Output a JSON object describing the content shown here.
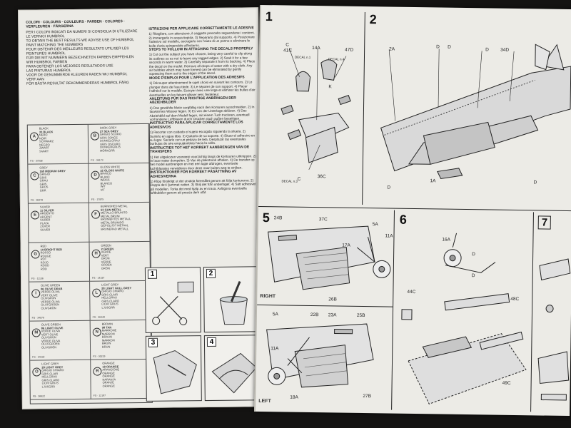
{
  "colors_header": {
    "title": "COLORI · COLOURS · COULEURS · FARBEN · COLORES · VERFLEUREN · FÄRGERNA",
    "lines": [
      "PER I COLORI INDICATI DA NUMERI SI CONSIGLIA DI UTILIZZARE",
      "LE VERNICI HUMBROL",
      "TO OBTAIN THE BEST RESULTS WE ADVISE USE OF HUMBROL",
      "PAINT MATCHING THE NUMBERS",
      "POUR OBTENIR DES MEILLEURS RESULTATS UTILISER LES",
      "PEINTURES HUMBROL",
      "FÜR DIE MIT NUMMERN BEZEICHNETEN FARBEN EMPFEHLEN",
      "WIR HUMBROL FARBEN",
      "PARA OBTENER LOS MEJORES RESULTADOS USE",
      "LAS PINTURAS HUMBROL",
      "VOOR DE GENUMMERDE KLEUREN RADEN WIJ HUMBROL",
      "VERF AAN",
      "FÖR BÄSTA RESULTAT REKOMMENDERAS HUMBROL FÄRG"
    ]
  },
  "colors": [
    {
      "letter": "A",
      "lines": [
        "BLACK",
        "33 BLACK",
        "NERO",
        "NOIR",
        "SCHWARZ",
        "NEGRO",
        "ZWART",
        "SVART"
      ],
      "code": "FS · 37038"
    },
    {
      "letter": "B",
      "lines": [
        "DARK GREY",
        "27 SEA GREY",
        "GRIGIO SCURO",
        "GRIS FONCE",
        "DUNKELGRAU",
        "GRIS OSCURO",
        "DONKERGRIJS",
        "MÖRKGRÅ"
      ],
      "code": "FS · 36173"
    },
    {
      "letter": "C",
      "lines": [
        "GREY",
        "165 MEDIUM GREY",
        "GRIGIO",
        "GRIS",
        "GRAU",
        "GRIS",
        "GRIJS",
        "GRÅ"
      ],
      "code": "FS · 36270"
    },
    {
      "letter": "D",
      "lines": [
        "GLOSS WHITE",
        "22 GLOSS WHITE",
        "BIANCO",
        "BLANC",
        "WEISS",
        "BLANCO",
        "WIT",
        "VIT"
      ],
      "code": "FS · 17875"
    },
    {
      "letter": "E",
      "lines": [
        "SILVER",
        "11 SILVER",
        "ARGENTO",
        "ARGENT",
        "SILBER",
        "PLATA",
        "ZILVER",
        "SILVER"
      ],
      "code": ""
    },
    {
      "letter": "F",
      "lines": [
        "BURNISHED METAL",
        "53 GUN METAL",
        "METALLO BRUNITO",
        "METAL BRUNI",
        "BRÜNIERTES METALL",
        "METAL BRUNIDO",
        "GEPOLIJST METAAL",
        "BRUNERAD METALL"
      ],
      "code": ""
    },
    {
      "letter": "G",
      "lines": [
        "RED",
        "19 BRIGHT RED",
        "ROSSO",
        "ROUGE",
        "ROT",
        "ROJO",
        "ROOD",
        "RÖD"
      ],
      "code": "FS · 11136"
    },
    {
      "letter": "H",
      "lines": [
        "GREEN",
        "2 GREEN",
        "VERDE",
        "VERT",
        "GRÜN",
        "VERDE",
        "GROEN",
        "GRÖN"
      ],
      "code": "FS · 14187"
    },
    {
      "letter": "I",
      "lines": [
        "OLIVE GREEN",
        "86 OLIVE DRAB",
        "VERDE OLIVA",
        "VERT OLIVE",
        "OLIVGRÜN",
        "VERDE OLIVA",
        "OLIJFGROEN",
        "OLIVGRÖN"
      ],
      "code": "FS · 34079"
    },
    {
      "letter": "L",
      "lines": [
        "LIGHT GREY",
        "28 LIGHT GULL GREY",
        "GRIGIO CHIARO",
        "GRIS CLAIR",
        "HELLGRAU",
        "GRIS CLARO",
        "LICHTGRIJS",
        "LJUSGRÅ"
      ],
      "code": "FS · 36440"
    },
    {
      "letter": "M",
      "lines": [
        "OLIVE GREEN",
        "86 LIGHT OLIVE",
        "VERDE OLIVA",
        "VERT OLIVE",
        "OLIVGRÜN",
        "VERDE OLIVA",
        "OLIJFGROEN",
        "OLIVGRÖN"
      ],
      "code": "FS · 34102"
    },
    {
      "letter": "N",
      "lines": [
        "BROWN",
        "98 TAN",
        "MARRONE",
        "MARRON",
        "BRAUN",
        "MARRON",
        "BRUIN",
        "BRUN"
      ],
      "code": "FS · 30219"
    },
    {
      "letter": "O",
      "lines": [
        "LIGHT GREY",
        "28 LIGHT GREY",
        "GRIGIO CHIARO",
        "GRIS CLAIR",
        "HELLGRAU",
        "GRIS CLARO",
        "LICHTGRIJS",
        "LJUSGRÅ"
      ],
      "code": "FS · 36622"
    },
    {
      "letter": "R",
      "lines": [
        "ORANGE",
        "18 ORANGE",
        "ARANCIONE",
        "ORANGE",
        "ORANGE",
        "NARANJA",
        "ORANJE",
        "ORANGE"
      ],
      "code": "FS · 12197"
    }
  ],
  "instructions": [
    {
      "h": "ISTRUZIONI PER APPLICARE CORRETTAMENTE LE ADESIVE",
      "t": "1) Ritagliare, con attenzione, il soggetto prescelto seguendone i contorni. 2) Immergerlo in acqua tiepida. 3) Separarlo dal supporto. 4) Posizionare l'adesivo sul modello, asciugarlo con l'aiuto di un panno e eliminare le bolle d'aria spingendole all'esterno."
    },
    {
      "h": "STEPS TO FOLLOW IN ATTACHING THE DECALS PROPERLY",
      "t": "1) Cut out the subject you have chosen, being very careful to clip along its outlines so as not to leave any ragged edges. 2) Soak it for a few seconds in warm water. 3) Carefully separate it from its backing. 4) Place the decal on the model. Remove all drops of water with a dry cloth. Any air bubbles which may have formed can be eliminated by gently squeezing them out to the edges of the decal."
    },
    {
      "h": "MODE D'EMPLOI POUR L'APPLICATION DES ADHESIFS",
      "t": "1) Découper attentivement le sujet choisi en suivant les contours. 2) Le plonger dans de l'eau tiède. 3) Le séparer de son support. 4) Placer l'adhésif sur le modèle. Essuyer avec une linge et éliminer les bulles d'air éventuelles en les faisant glisser vers l'extérieur."
    },
    {
      "h": "ANLEITUNG FÜR DAS RICHTIGE ANBRINGEN DER ABZIEHBILDER",
      "t": "1) Das gewählte Motiv sorgfältig nach den Konturen ausschneiden. 2) In lauwarmes Wasser legen. 3) Es von der Unterlage ablösen. 4) Das Abziehbild auf dem Modell legen, mit einem Tuch trocknen, eventuell vorhandene Luftblasen durch Drücken nach außen beseitigen."
    },
    {
      "h": "INSTRUCTIVO PARA APLICAR CORRECTAMENTE LOS ADHESIVOS",
      "t": "1) Recortar con cuidado el sujeto escogido siguiendo la silueta. 2) Sumirlo en agua tibia. 3) Quitarlo de su soporte. 4) Situar el adhesivo en su lugar. Secarlo con un pedazo de tela. Desplazar las eventuales burbujas de aire empujándolas hacia la orilla."
    },
    {
      "h": "INSTRUCTIES TOT HET KORREKT AANBRENGEN VAN DE TRANSFERS",
      "t": "1) Het uitgekozen voorwerp voorzichtig langs de kontouren uitknippen. 2) In lauw water dompelen. 3) Van de plakstrook afhalen. 4) De transfer op het model aanbrengen en met een lapje afdrogen, eventuele luchtblaasjes verwijderen door deze naar buiten weg te strijken."
    },
    {
      "h": "INSTRUKTIONER FÖR KORREKT PÅSÄTTNING AV ADHESIVERNA",
      "t": "1) Klipp försiktigt ut det utvalda föremålet genom att följa konturerna. 2) Doppa det i ljummet vatten. 3) Skilj det från underlaget. 4) Sätt adhesivet på modellen. Torka det med hjälp av en trasa. Avlägsna eventuella luftbubblor genom att pressa dem utåt."
    }
  ],
  "decal_steps": [
    "1",
    "2",
    "3",
    "4"
  ],
  "steps": {
    "s1": {
      "num": "1",
      "callouts": [
        "C",
        "41C",
        "14A",
        "47D",
        "K",
        "36C",
        "C"
      ],
      "decals": [
        "DECAL n.1",
        "DECAL n.4",
        "DECAL n.3"
      ]
    },
    "s2": {
      "num": "2",
      "callouts": [
        "2A",
        "34D",
        "1A",
        "D",
        "D",
        "D",
        "D",
        "D"
      ]
    },
    "s5": {
      "num": "5",
      "callouts": [
        "24B",
        "37C",
        "5A",
        "11A",
        "17A",
        "26B",
        "18A",
        "22B",
        "23A",
        "25B",
        "27B",
        "5A",
        "11A"
      ],
      "labels": [
        "RIGHT",
        "LEFT"
      ]
    },
    "s6": {
      "num": "6",
      "callouts": [
        "16A",
        "44C",
        "48C",
        "49C",
        "D",
        "D"
      ]
    },
    "s7": {
      "num": "7"
    }
  }
}
